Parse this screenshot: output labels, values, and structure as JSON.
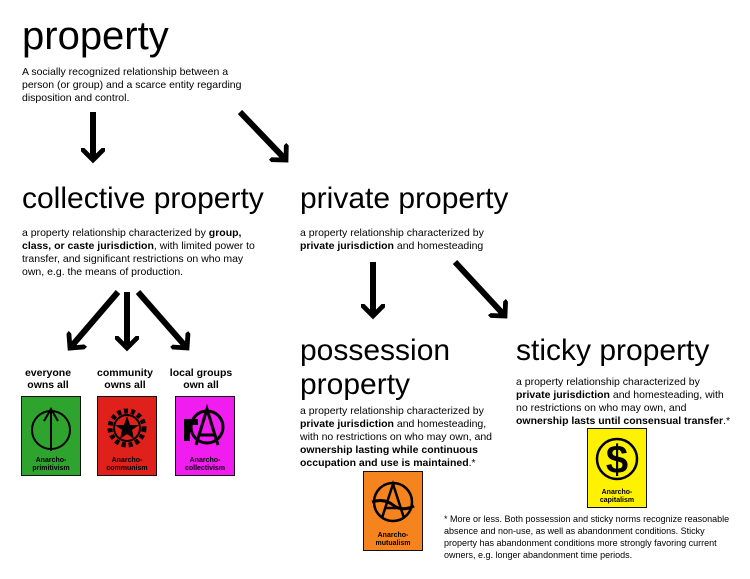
{
  "title": "property",
  "definition": "A socially recognized relationship between a person (or group) and a scarce entity regarding disposition and control.",
  "collective": {
    "heading": "collective property",
    "desc_1": "a property relationship characterized by",
    "desc_bold": "group, class, or caste jurisdiction",
    "desc_2": ", with limited power to transfer, and significant restrictions on who may own, e.g. the means of production."
  },
  "private": {
    "heading": "private property",
    "desc_1": "a property relationship characterized by",
    "desc_bold": "private jurisdiction",
    "desc_2": "and homesteading"
  },
  "branches": [
    {
      "line1": "everyone",
      "line2": "owns all",
      "flag_label": "Anarcho-primitivism",
      "flag_color": "#2ea42e"
    },
    {
      "line1": "community",
      "line2": "owns all",
      "flag_label": "Anarcho-communism",
      "flag_color": "#e0201b"
    },
    {
      "line1": "local groups",
      "line2": "own all",
      "flag_label": "Anarcho-collectivism",
      "flag_color": "#f01cf0"
    }
  ],
  "possession": {
    "heading_1": "possession",
    "heading_2": "property",
    "desc_1": "a property relationship characterized by",
    "desc_bold_1": "private jurisdiction",
    "desc_2": "and homesteading, with no restrictions on who may own, and",
    "desc_bold_2": "ownership lasting while continuous occupation and use is maintained",
    "desc_3": ".*",
    "flag_label": "Anarcho-mutualism",
    "flag_color": "#f5841f"
  },
  "sticky": {
    "heading": "sticky property",
    "desc_1": "a property relationship characterized by",
    "desc_bold_1": "private jurisdiction",
    "desc_2": "and homesteading, with no restrictions on who may own, and",
    "desc_bold_2": "ownership lasts until consensual transfer",
    "desc_3": ".*",
    "flag_label": "Anarcho-capitalism",
    "flag_color": "#fff200"
  },
  "footnote": "* More or less. Both possession and sticky norms recognize reasonable absence and non-use, as well as abandonment conditions. Sticky property has abandonment conditions more strongly favoring current owners, e.g. longer abandonment time periods."
}
